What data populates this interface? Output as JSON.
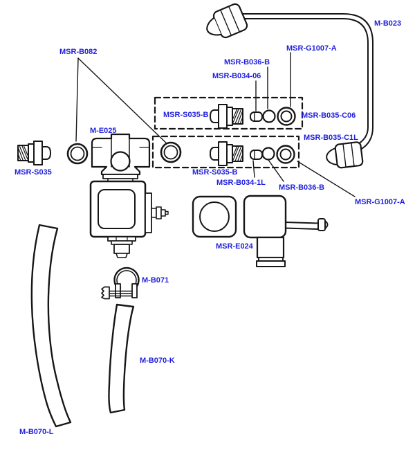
{
  "figure": {
    "type": "exploded-parts-diagram",
    "colors": {
      "label_text": "#1f1fdf",
      "line_art": "#161616",
      "background": "#ffffff"
    }
  },
  "labels": {
    "b082": "MSR-B082",
    "b023": "M-B023",
    "g1007a_1": "MSR-G1007-A",
    "b036b_1": "MSR-B036-B",
    "b034_06": "MSR-B034-06",
    "s035b_1": "MSR-S035-B",
    "b035_c06": "MSR-B035-C06",
    "b035_c1l": "MSR-B035-C1L",
    "e025": "M-E025",
    "s035": "MSR-S035",
    "s035b_2": "MSR-S035-B",
    "b034_1l": "MSR-B034-1L",
    "b036b_2": "MSR-B036-B",
    "g1007a_2": "MSR-G1007-A",
    "e024": "MSR-E024",
    "b071": "M-B071",
    "b070k": "M-B070-K",
    "b070l": "M-B070-L"
  }
}
